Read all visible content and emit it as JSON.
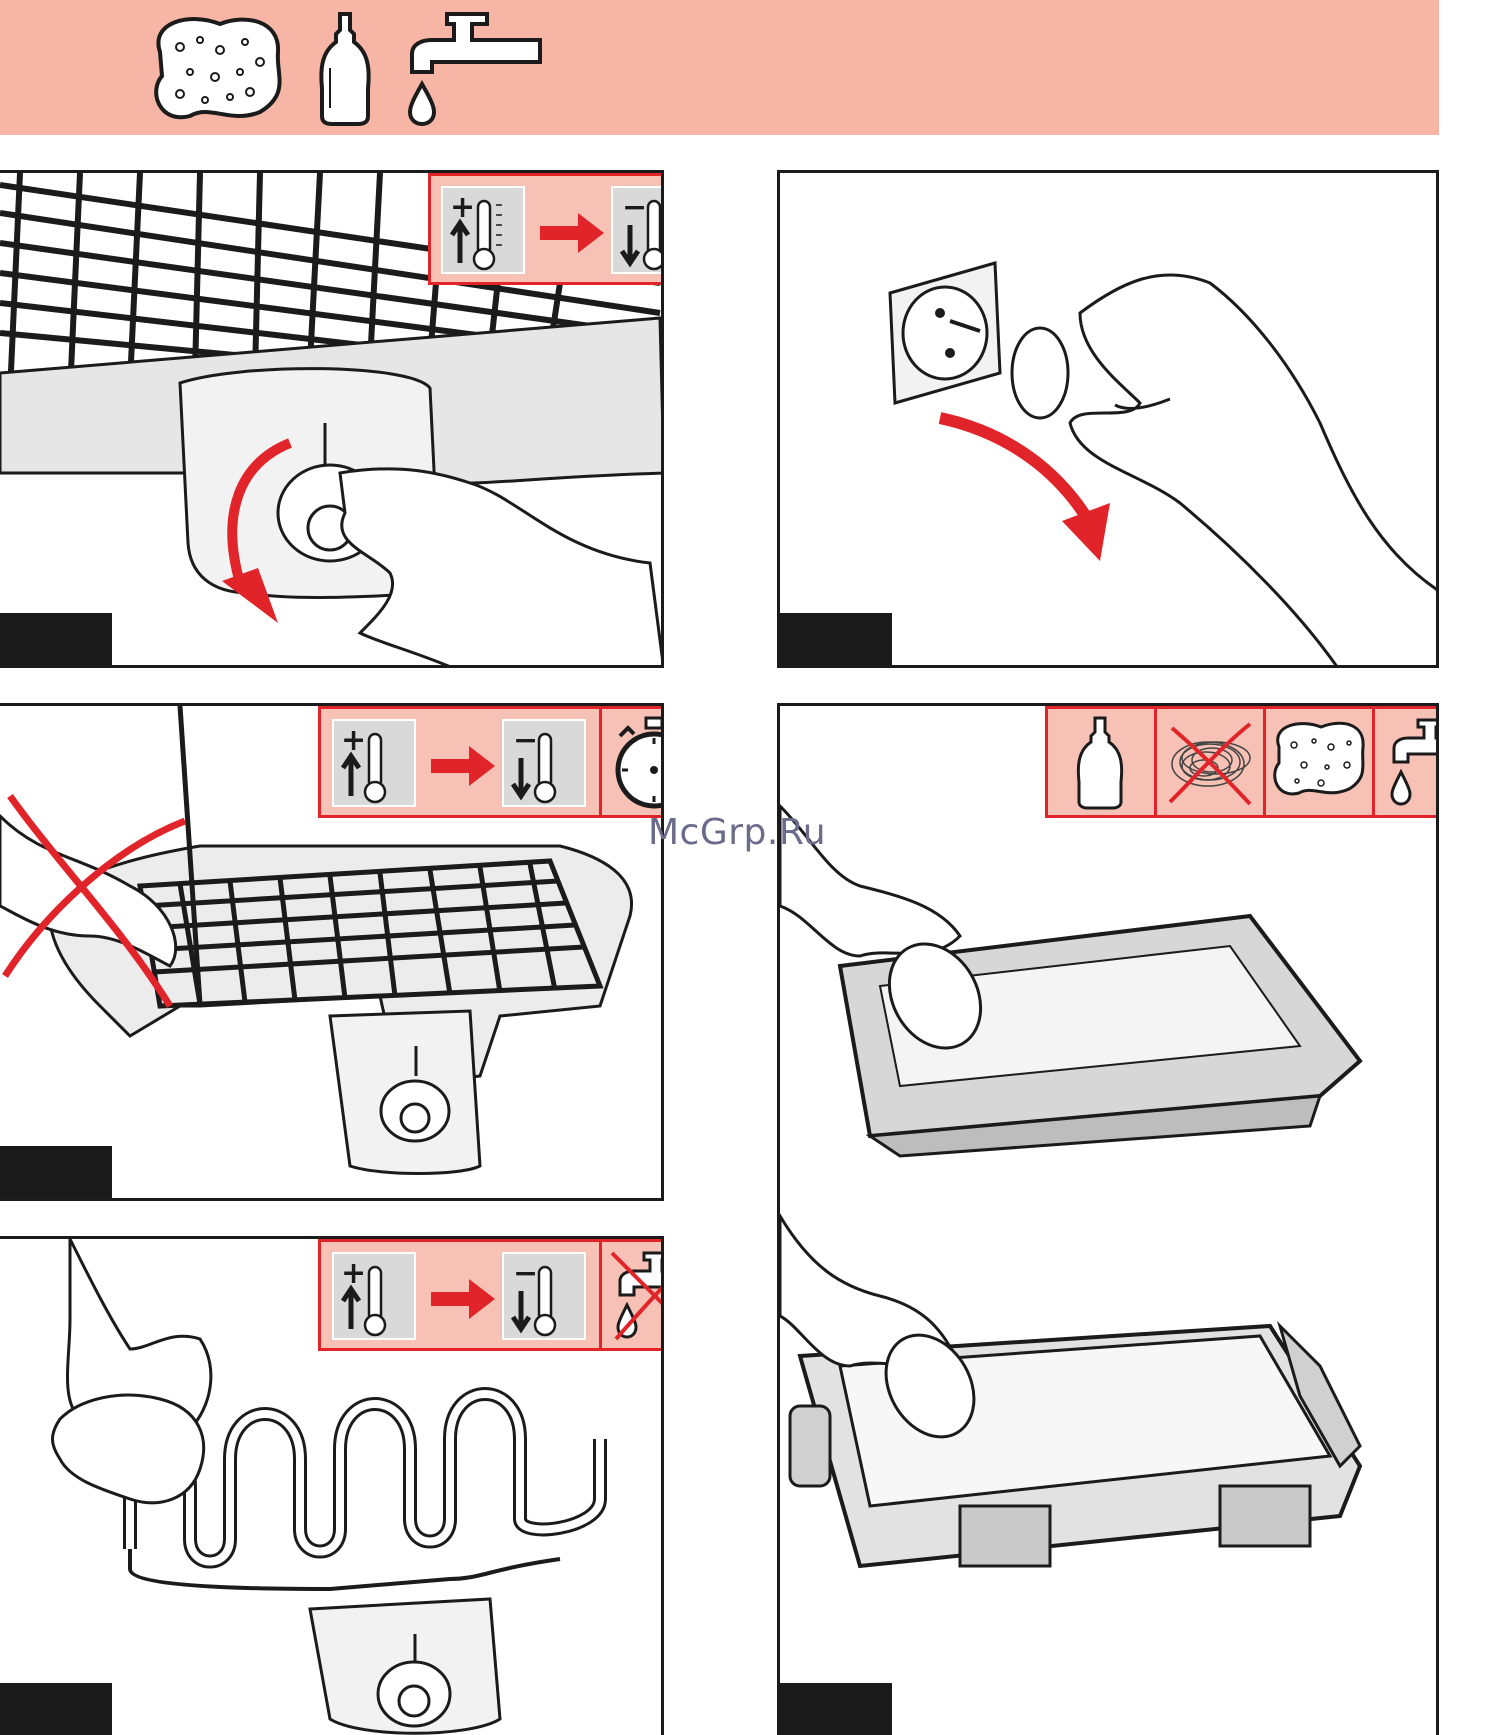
{
  "header": {
    "icons": [
      "sponge-icon",
      "dish-soap-bottle-icon",
      "water-tap-icon"
    ],
    "background": "#f7b6a5"
  },
  "panels": [
    {
      "id": "panel-1",
      "icons": [
        "thermometer-hot-icon",
        "red-arrow-right-icon",
        "thermometer-cold-icon"
      ],
      "scene": "turn-thermostat-dial-to-minimum"
    },
    {
      "id": "panel-2",
      "icons": [],
      "scene": "unplug-from-wall-socket"
    },
    {
      "id": "panel-3",
      "icons": [
        "thermometer-hot-icon",
        "red-arrow-right-icon",
        "thermometer-cold-icon",
        "stopwatch-icon"
      ],
      "scene": "do-not-touch-hot-grill"
    },
    {
      "id": "panel-4",
      "icons": [
        "dish-soap-bottle-icon",
        "no-scouring-pad-icon",
        "sponge-icon",
        "water-tap-icon"
      ],
      "scene": "wash-tray-with-sponge"
    },
    {
      "id": "panel-5",
      "icons": [
        "thermometer-hot-icon",
        "red-arrow-right-icon",
        "thermometer-cold-icon",
        "no-water-icon"
      ],
      "scene": "wipe-heating-element-with-cloth"
    }
  ],
  "watermark": "McGrp.Ru",
  "colors": {
    "accent": "#e0242a",
    "band": "#f7b6a5",
    "iconbar_bg": "#f7c2b5",
    "tab": "#1a1a1a"
  }
}
